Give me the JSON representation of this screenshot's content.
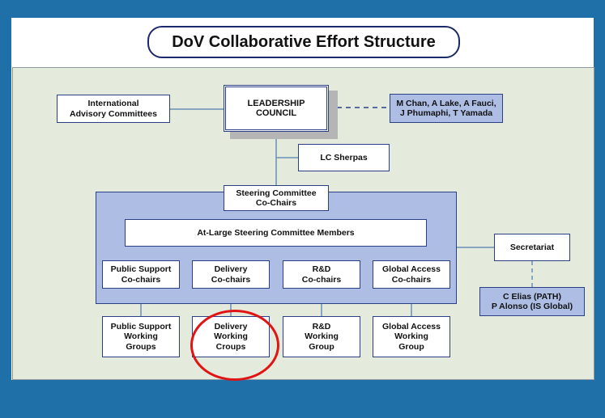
{
  "title": "DoV Collaborative Effort Structure",
  "nodes": {
    "leadership_council": "LEADERSHIP\nCOUNCIL",
    "international_advisory": "International\nAdvisory Committees",
    "leadership_members": "M Chan, A Lake, A Fauci,\nJ Phumaphi, T Yamada",
    "lc_sherpas": "LC Sherpas",
    "steering_committee": "Steering Committee\nCo-Chairs",
    "at_large": "At-Large Steering Committee Members",
    "secretariat": "Secretariat",
    "secretariat_members": "C Elias (PATH)\nP Alonso (IS Global)",
    "cochairs": [
      "Public Support\nCo-chairs",
      "Delivery\nCo-chairs",
      "R&D\nCo-chairs",
      "Global Access\nCo-chairs"
    ],
    "working_groups": [
      "Public Support\nWorking\nGroups",
      "Delivery\nWorking\nCroups",
      "R&D\nWorking\nGroup",
      "Global Access\nWorking\nGroup"
    ]
  },
  "highlight": {
    "target": "Delivery Working Croups",
    "color": "#e01414"
  },
  "colors": {
    "background": "#1f6fa8",
    "panel": "#e4ebdc",
    "box_border": "#2b3f86",
    "blue_box": "#adbde4"
  }
}
